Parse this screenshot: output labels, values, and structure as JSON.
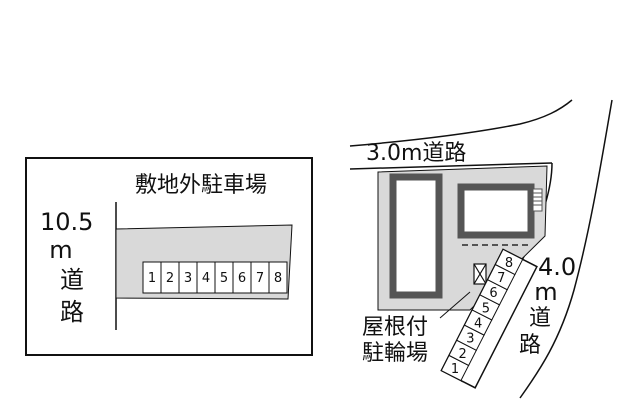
{
  "offsite_parking": {
    "title": "敷地外駐車場",
    "road_width": "10.5",
    "road_unit": "m",
    "road_word": "道路",
    "space_numbers": [
      "1",
      "2",
      "3",
      "4",
      "5",
      "6",
      "7",
      "8"
    ]
  },
  "site": {
    "north_road": "3.0m道路",
    "east_road_width": "4.0",
    "east_road_unit": "m",
    "east_road_word": "道路",
    "bicycle_label_line1": "屋根付",
    "bicycle_label_line2": "駐輪場",
    "bicycle_slot_numbers": [
      "1",
      "2",
      "3",
      "4",
      "5",
      "6",
      "7",
      "8"
    ]
  },
  "colors": {
    "lot_fill": "#d9d9d9",
    "building_fill": "#555555",
    "line": "#111111",
    "background": "#ffffff"
  }
}
